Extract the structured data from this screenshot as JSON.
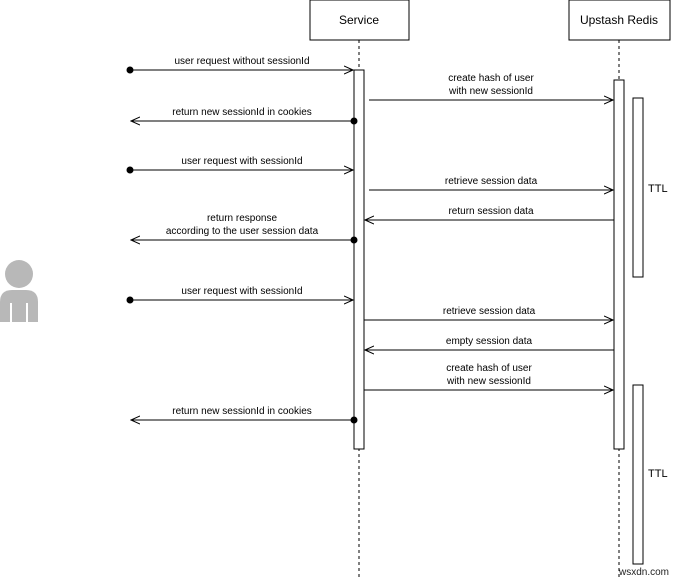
{
  "participants": {
    "service": "Service",
    "redis": "Upstash Redis"
  },
  "messages": {
    "m1": "user request without sessionId",
    "m2a": "create hash of user",
    "m2b": "with new sessionId",
    "m3": "return new sessionId in cookies",
    "m4": "user request with sessionId",
    "m5": "retrieve session data",
    "m6": "return session data",
    "m7a": "return response",
    "m7b": "according to the user session data",
    "m8": "user request with sessionId",
    "m9": "retrieve session data",
    "m10": "empty session data",
    "m11a": "create hash of user",
    "m11b": "with new sessionId",
    "m12": "return new sessionId in cookies"
  },
  "ttl": {
    "first": "TTL",
    "second": "TTL"
  },
  "watermark": "wsxdn.com"
}
